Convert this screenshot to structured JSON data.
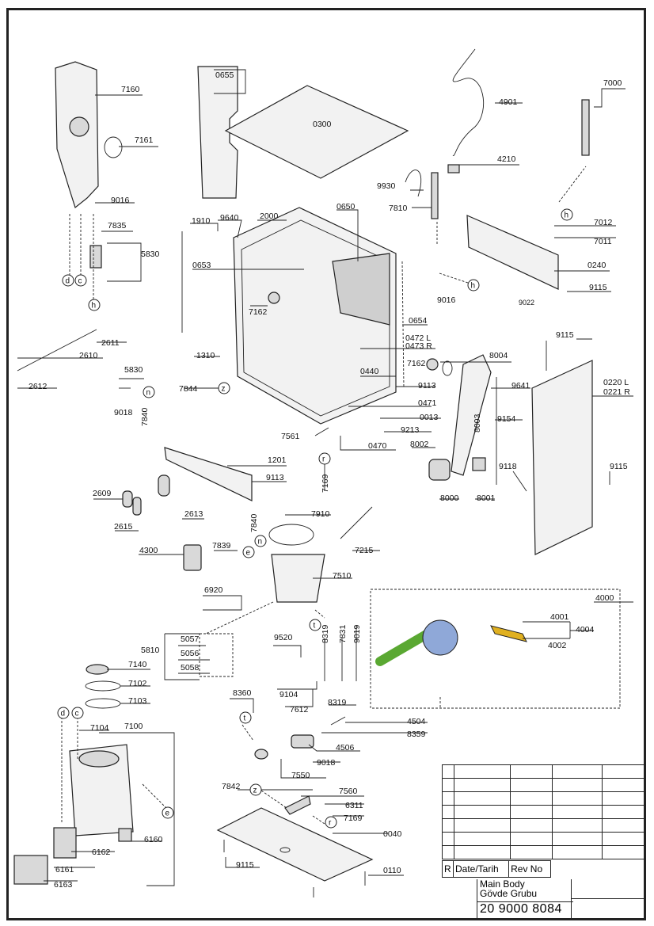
{
  "labels": {
    "l7160": "7160",
    "l7161": "7161",
    "l9016a": "9016",
    "l7835": "7835",
    "l5830a": "5830",
    "l0655": "0655",
    "l0300": "0300",
    "l4901": "4901",
    "l7000": "7000",
    "l4210": "4210",
    "l9930": "9930",
    "l7810": "7810",
    "l7012": "7012",
    "l7011": "7011",
    "l0240": "0240",
    "l9115a": "9115",
    "l9016b": "9016",
    "l9022": "9022",
    "l1910": "1910",
    "l9640": "9640",
    "l2000": "2000",
    "l0650": "0650",
    "l0653": "0653",
    "l7162a": "7162",
    "l0654": "0654",
    "l0472": "0472 L",
    "l0473": "0473 R",
    "l7162b": "7162",
    "l8004": "8004",
    "l9115b": "9115",
    "l2611": "2611",
    "l2610": "2610",
    "l2612": "2612",
    "l1310": "1310",
    "l0440": "0440",
    "l9113a": "9113",
    "l9641": "9641",
    "l0220": "0220 L",
    "l0221": "0221 R",
    "l5830b": "5830",
    "l9018a": "9018",
    "l7840a": "7840",
    "l7844": "7844",
    "l0471": "0471",
    "l0013": "0013",
    "l9213": "9213",
    "l8003": "8003",
    "l9154": "9154",
    "l7561": "7561",
    "l0470": "0470",
    "l8002": "8002",
    "l1201": "1201",
    "l9113b": "9113",
    "l7169a": "7169",
    "l9118": "9118",
    "l9115c": "9115",
    "l8000": "8000",
    "l8001": "8001",
    "l2609": "2609",
    "l2613": "2613",
    "l2615": "2615",
    "l7910": "7910",
    "l7840b": "7840",
    "l4300": "4300",
    "l7839": "7839",
    "l7215": "7215",
    "l7510": "7510",
    "l6920": "6920",
    "l4000": "4000",
    "l4001": "4001",
    "l4004": "4004",
    "l4002": "4002",
    "l5810": "5810",
    "l5057": "5057",
    "l5056": "5056",
    "l5058": "5058",
    "l9520": "9520",
    "l8319a": "8319",
    "l7831": "7831",
    "l9019": "9019",
    "l7140": "7140",
    "l7102": "7102",
    "l7103": "7103",
    "l9104": "9104",
    "l7612": "7612",
    "l8319b": "8319",
    "l8360": "8360",
    "l4504": "4504",
    "l8359": "8359",
    "l7104": "7104",
    "l7100": "7100",
    "l4506": "4506",
    "l9018b": "9018",
    "l7550": "7550",
    "l7842": "7842",
    "l7560": "7560",
    "l6311": "6311",
    "l7169b": "7169",
    "l0040": "0040",
    "l6160": "6160",
    "l6162": "6162",
    "l6161": "6161",
    "l6163": "6163",
    "l9115d": "9115",
    "l0110": "0110"
  },
  "callouts": {
    "d1": "d",
    "c1": "c",
    "h1": "h",
    "h2": "h",
    "h3": "h",
    "z1": "z",
    "n1": "n",
    "r1": "r",
    "n2": "n",
    "e1": "e",
    "t1": "t",
    "t2": "t",
    "d2": "d",
    "c2": "c",
    "e2": "e",
    "z2": "z",
    "r2": "r"
  },
  "title_block": {
    "r_label": "R",
    "date_label": "Date/Tarih",
    "rev_label": "Rev No",
    "name_en": "Main Body",
    "name_tr": "Gövde Grubu",
    "drawing_number": "20 9000 8084"
  }
}
